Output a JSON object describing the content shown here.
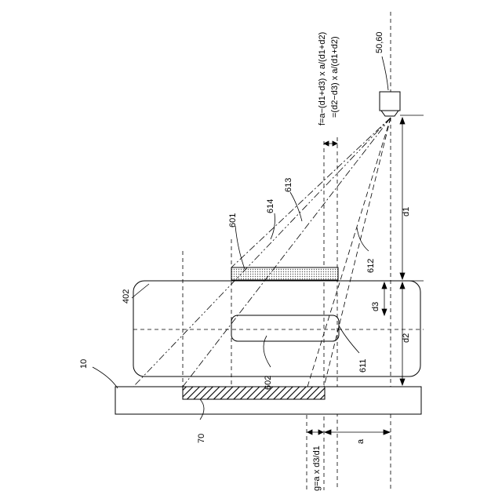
{
  "labels": {
    "sensor": "50,60",
    "plate": "10",
    "body": "402",
    "target": "70",
    "shade_601": "601",
    "shade_602": "602",
    "ray_611": "611",
    "ray_612": "612",
    "ray_613": "613",
    "ray_614": "614",
    "dim_d1": "d1",
    "dim_d2": "d2",
    "dim_d3": "d3",
    "dim_a": "a",
    "formula_f_line1": "f=a−(d1+d3) x a/(d1+d2)",
    "formula_f_line2": "=(d2−d3) x a/(d1+d2)",
    "formula_g": "g=a x d3/d1"
  }
}
